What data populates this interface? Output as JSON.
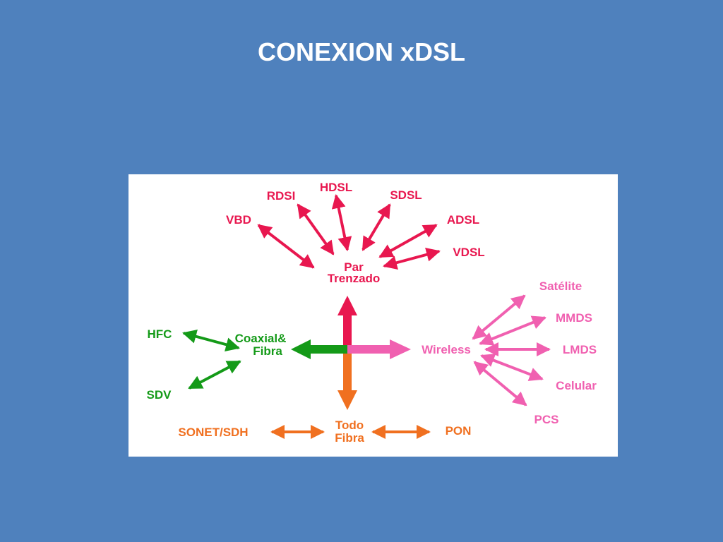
{
  "slide": {
    "title": "CONEXION xDSL"
  },
  "colors": {
    "background": "#4f81bd",
    "twisted_pair": "#e8174f",
    "coax_fiber": "#149a18",
    "full_fiber": "#f07020",
    "wireless": "#f060b0"
  },
  "diagram": {
    "hubs": {
      "twisted_pair": [
        "Par",
        "Trenzado"
      ],
      "coax_fiber": [
        "Coaxial&",
        "Fibra"
      ],
      "full_fiber": [
        "Todo",
        "Fibra"
      ],
      "wireless": [
        "Wireless"
      ]
    },
    "twisted_pair_techs": [
      "VBD",
      "RDSI",
      "HDSL",
      "SDSL",
      "ADSL",
      "VDSL"
    ],
    "coax_fiber_techs": [
      "HFC",
      "SDV"
    ],
    "full_fiber_techs": [
      "SONET/SDH",
      "PON"
    ],
    "wireless_techs": [
      "Satélite",
      "MMDS",
      "LMDS",
      "Celular",
      "PCS"
    ]
  }
}
